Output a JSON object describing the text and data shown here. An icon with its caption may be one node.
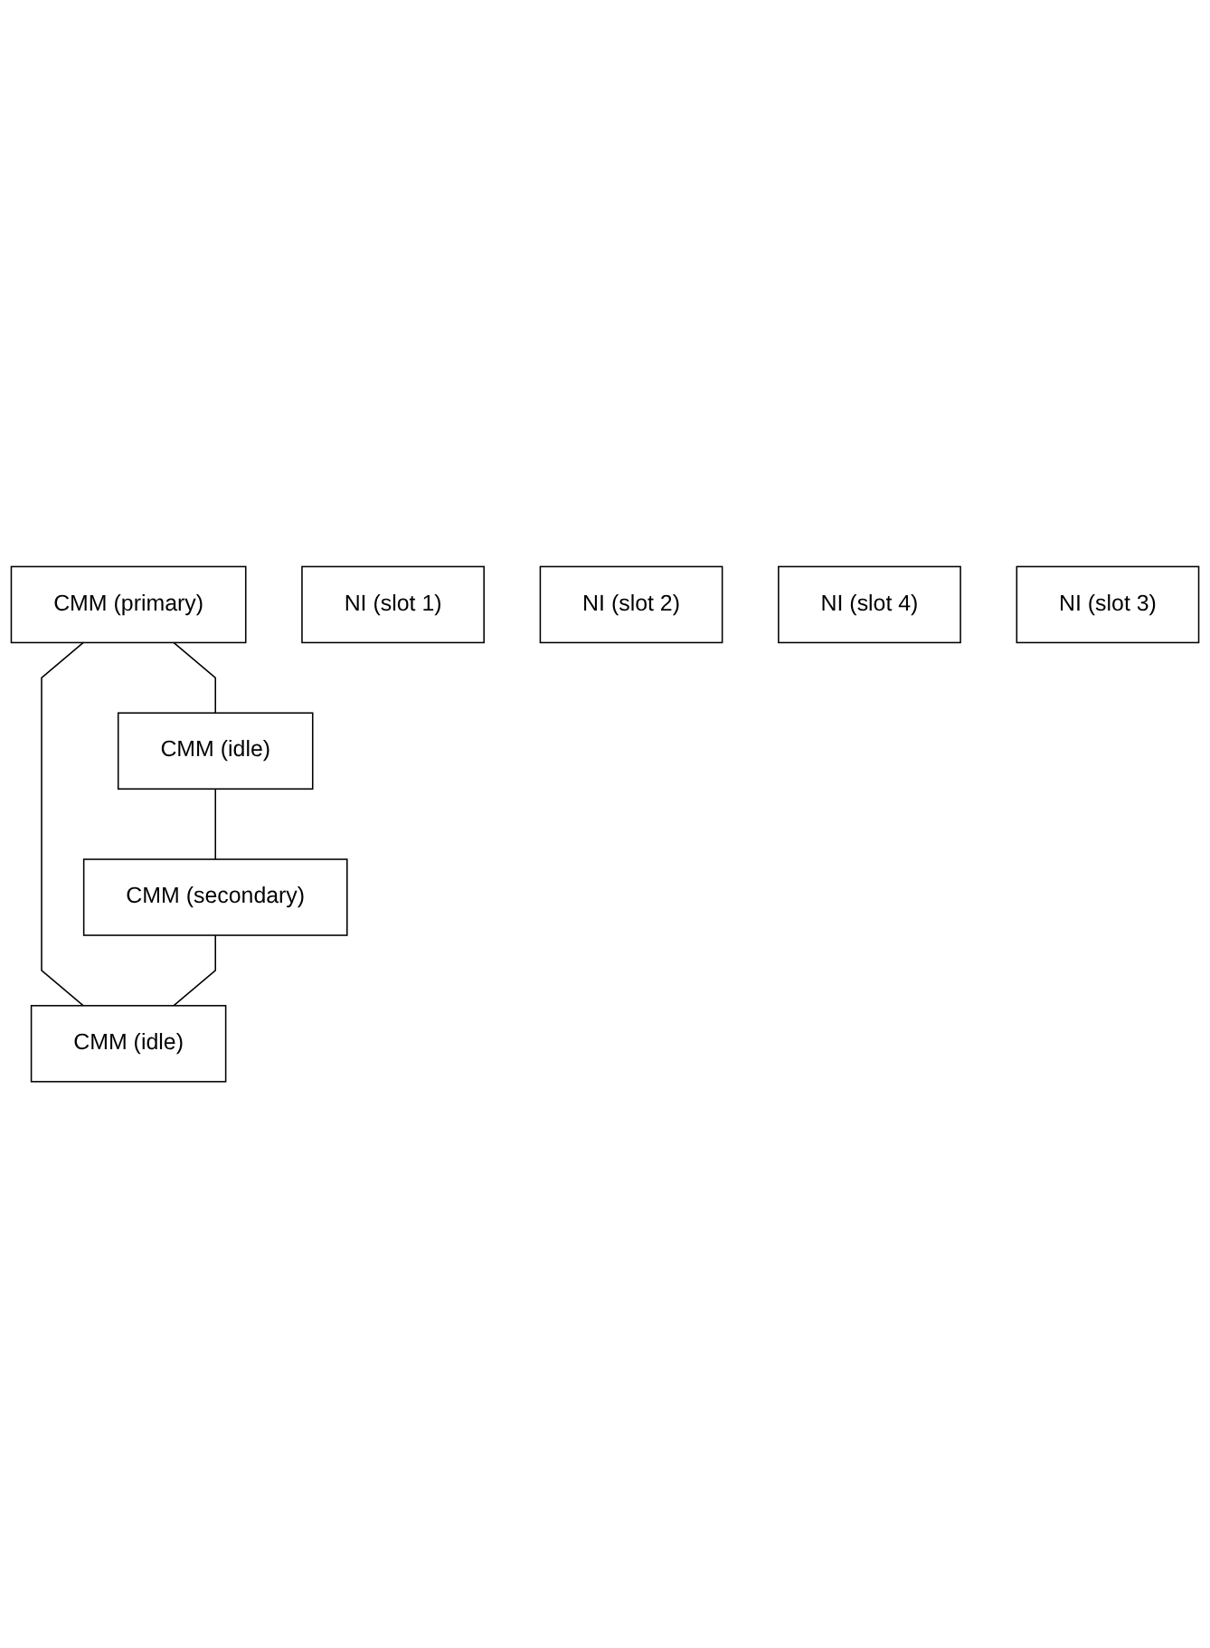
{
  "diagram": {
    "nodes": [
      {
        "text": [
          "CMM (primary)"
        ]
      },
      {
        "text": [
          "NI (slot 1)"
        ]
      },
      {
        "text": [
          "CMM (idle)"
        ]
      },
      {
        "text": [
          "NI (slot 2)"
        ]
      },
      {
        "text": [
          "CMM (secondary)"
        ]
      },
      {
        "text": [
          "NI (slot 4)"
        ]
      },
      {
        "text": [
          "CMM (idle)"
        ]
      },
      {
        "text": [
          "NI (slot 3)"
        ]
      }
    ],
    "edges": [
      {
        "from": 0,
        "to": 6,
        "arrow": "none"
      },
      {
        "from": 0,
        "to": 2,
        "arrow": "none"
      },
      {
        "from": 2,
        "to": 4,
        "arrow": "none"
      },
      {
        "from": 4,
        "to": 6,
        "arrow": "none"
      }
    ]
  }
}
